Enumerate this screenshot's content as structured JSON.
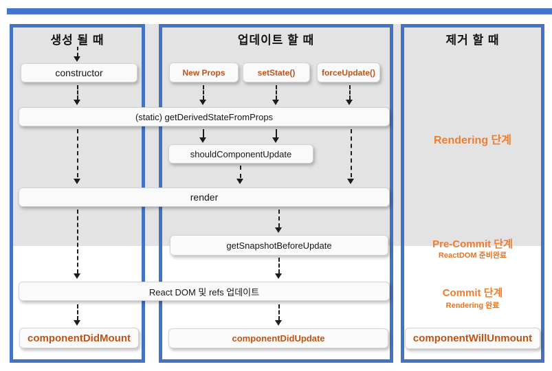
{
  "columns": {
    "create": {
      "title": "생성 될 때"
    },
    "update": {
      "title": "업데이트 할 때"
    },
    "unmount": {
      "title": "제거 할 때"
    }
  },
  "nodes": {
    "constructor": "constructor",
    "newProps": "New Props",
    "setState": "setState()",
    "forceUpdate": "forceUpdate()",
    "getDerived": "(static) getDerivedStateFromProps",
    "shouldUpdate": "shouldComponentUpdate",
    "render": "render",
    "getSnapshot": "getSnapshotBeforeUpdate",
    "reactDom": "React DOM 및 refs 업데이트",
    "didMount": "componentDidMount",
    "didUpdate": "componentDidUpdate",
    "willUnmount": "componentWillUnmount"
  },
  "phases": {
    "rendering": "Rendering 단계",
    "preCommit": "Pre-Commit 단계",
    "preCommitSub": "ReactDOM 준비완료",
    "commit": "Commit 단계",
    "commitSub": "Rendering 완료"
  },
  "colors": {
    "accent_blue": "#4472C4",
    "phase_orange": "#ED7D31",
    "method_orange": "#C0531A",
    "band_gray": "#E3E3E3"
  }
}
